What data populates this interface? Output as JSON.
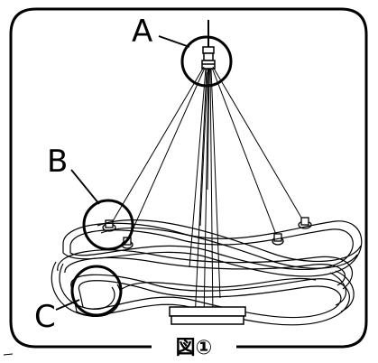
{
  "figure": {
    "callouts": {
      "a": "A",
      "b": "B",
      "c": "C"
    },
    "caption": "図①"
  }
}
